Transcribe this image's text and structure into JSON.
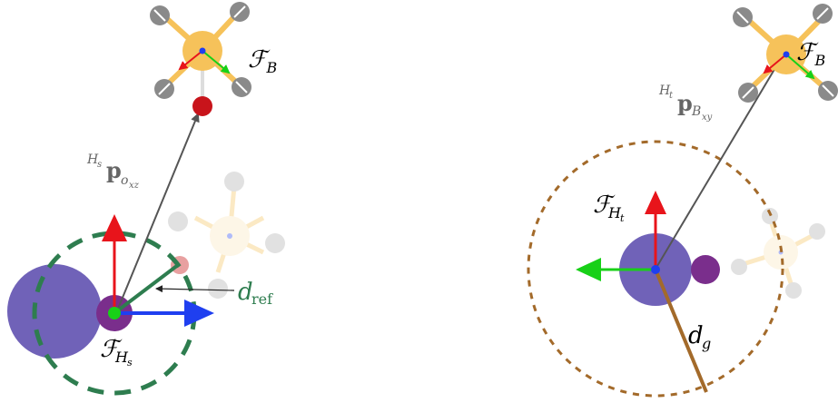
{
  "figure": {
    "left_panel": {
      "frame_B_label": "ℱ",
      "frame_B_sub": "B",
      "pos_vec_pre": "H",
      "pos_vec_pre_sub": "s",
      "pos_vec_main": "p",
      "pos_vec_sub": "o",
      "pos_vec_subsub": "xz",
      "frame_H_label": "ℱ",
      "frame_H_sub": "H",
      "frame_H_subsub": "s",
      "dist_label": "d",
      "dist_sub": "ref"
    },
    "right_panel": {
      "frame_B_label": "ℱ",
      "frame_B_sub": "B",
      "pos_vec_pre": "H",
      "pos_vec_pre_sub": "t",
      "pos_vec_main": "p",
      "pos_vec_sub": "B",
      "pos_vec_subsub": "xy",
      "frame_H_label": "ℱ",
      "frame_H_sub": "H",
      "frame_H_subsub": "t",
      "dist_label": "d",
      "dist_sub": "g"
    }
  },
  "colors": {
    "human_body": "#7062b8",
    "human_head": "#7a2e8c",
    "drone_body": "#f6c25a",
    "drone_ghost": "#fbe6bb",
    "propeller": "#8a8a8a",
    "target_point": "#c8141b",
    "axis_red": "#e8141b",
    "axis_green": "#18d018",
    "axis_blue": "#1f3ff0",
    "ref_circle": "#2e7d4f",
    "goal_circle": "#a36a2a",
    "vector_gray": "#555555"
  }
}
